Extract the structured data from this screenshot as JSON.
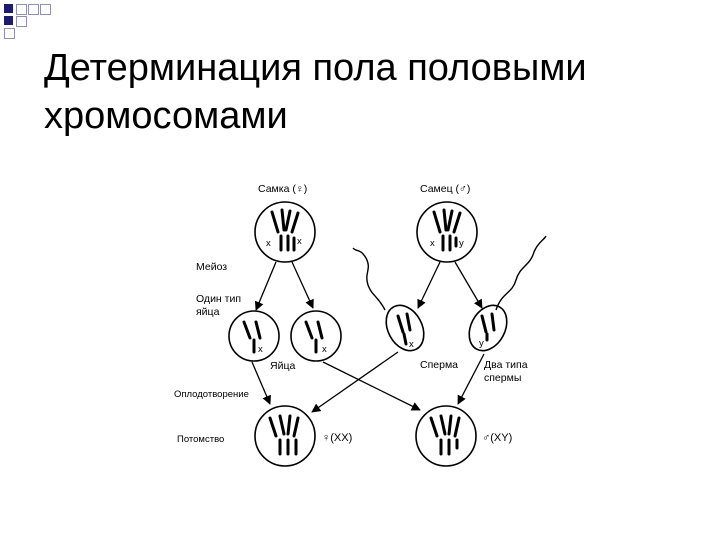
{
  "slide": {
    "title_line1": "Детерминация пола половыми",
    "title_line2": "хромосомами"
  },
  "diagram": {
    "female_label": "Самка (♀)",
    "male_label": "Самец (♂)",
    "meiosis_label": "Мейоз",
    "one_egg_type_line1": "Один тип",
    "one_egg_type_line2": "яйца",
    "eggs_label": "Яйца",
    "sperm_label": "Сперма",
    "two_sperm_types_line1": "Два типа",
    "two_sperm_types_line2": "спермы",
    "fertilization_label": "Оплодотворение",
    "offspring_label": "Потомство",
    "female_offspring_label": "♀(XX)",
    "male_offspring_label": "♂(XY)",
    "x_mark": "x",
    "y_mark": "y"
  },
  "colors": {
    "corner_dark": "#1c1c6b",
    "corner_light": "#c9c9dc"
  }
}
